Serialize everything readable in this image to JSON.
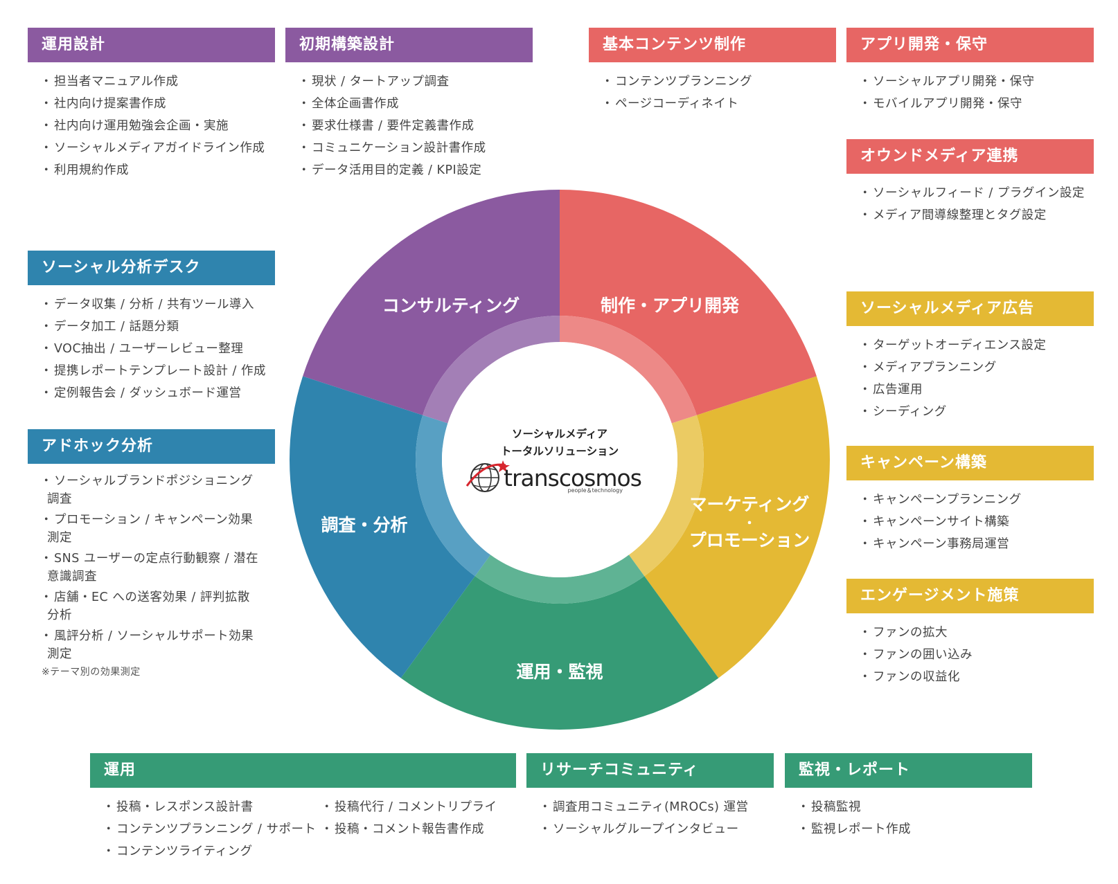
{
  "boxes": {
    "unyou_sekkei": {
      "title": "運用設計",
      "items": [
        "担当者マニュアル作成",
        "社内向け提案書作成",
        "社内向け運用勉強会企画・実施",
        "ソーシャルメディアガイドライン作成",
        "利用規約作成"
      ]
    },
    "shoki_kouchiku": {
      "title": "初期構築設計",
      "items": [
        "現状 / タートアップ調査",
        "全体企画書作成",
        "要求仕様書 / 要件定義書作成",
        "コミュニケーション設計書作成",
        "データ活用目的定義 / KPI設定"
      ]
    },
    "kihon_contents": {
      "title": "基本コンテンツ制作",
      "items": [
        "コンテンツプランニング",
        "ページコーディネイト"
      ]
    },
    "app_kaihatsu": {
      "title": "アプリ開発・保守",
      "items": [
        "ソーシャルアプリ開発・保守",
        "モバイルアプリ開発・保守"
      ]
    },
    "owned_media": {
      "title": "オウンドメディア連携",
      "items": [
        "ソーシャルフィード / プラグイン設定",
        "メディア間導線整理とタグ設定"
      ]
    },
    "social_desk": {
      "title": "ソーシャル分析デスク",
      "items": [
        "データ収集 / 分析 / 共有ツール導入",
        "データ加工 / 話題分類",
        "VOC抽出 / ユーザーレビュー整理",
        "提携レポートテンプレート設計 / 作成",
        "定例報告会 / ダッシュボード運営"
      ]
    },
    "adhoc": {
      "title": "アドホック分析",
      "items": [
        "ソーシャルブランドポジショニング調査",
        "プロモーション / キャンペーン効果測定",
        "SNS ユーザーの定点行動観察 / 潜在意識調査",
        "店舗・EC への送客効果 / 評判拡散分析",
        "風評分析 / ソーシャルサポート効果測定"
      ],
      "note": "※テーマ別の効果測定"
    },
    "social_ad": {
      "title": "ソーシャルメディア広告",
      "items": [
        "ターゲットオーディエンス設定",
        "メディアプランニング",
        "広告運用",
        "シーディング"
      ]
    },
    "campaign": {
      "title": "キャンペーン構築",
      "items": [
        "キャンペーンプランニング",
        "キャンペーンサイト構築",
        "キャンペーン事務局運営"
      ]
    },
    "engagement": {
      "title": "エンゲージメント施策",
      "items": [
        "ファンの拡大",
        "ファンの囲い込み",
        "ファンの収益化"
      ]
    },
    "unyou": {
      "title": "運用",
      "items_left": [
        "投稿・レスポンス設計書",
        "コンテンツプランニング / サポート",
        "コンテンツライティング"
      ],
      "items_right": [
        "投稿代行 / コメントリプライ",
        "投稿・コメント報告書作成"
      ]
    },
    "research": {
      "title": "リサーチコミュニティ",
      "items": [
        "調査用コミュニティ(MROCs) 運営",
        "ソーシャルグループインタビュー"
      ]
    },
    "kanshi": {
      "title": "監視・レポート",
      "items": [
        "投稿監視",
        "監視レポート作成"
      ]
    }
  },
  "wheel": {
    "segments": [
      {
        "key": "consulting",
        "label": "コンサルティング",
        "color": "#8b5aa0",
        "inner": "#a37fb6"
      },
      {
        "key": "production",
        "label": "制作・アプリ開発",
        "color": "#e76664",
        "inner": "#ed8987"
      },
      {
        "key": "marketing",
        "label_line1": "マーケティング",
        "label_mid": "・",
        "label_line2": "プロモーション",
        "color": "#e4b934",
        "inner": "#ebcb63"
      },
      {
        "key": "operation",
        "label": "運用・監視",
        "color": "#369b76",
        "inner": "#5fb394"
      },
      {
        "key": "research",
        "label": "調査・分析",
        "color": "#2f84ae",
        "inner": "#58a0c3"
      }
    ],
    "center": {
      "line1": "ソーシャルメディア",
      "line2": "トータルソリューション",
      "logo": "transcosmos",
      "tagline": "people＆technology"
    }
  },
  "colors": {
    "purple": "#8b5aa0",
    "red": "#e76664",
    "blue": "#2f84ae",
    "yellow": "#e4b934",
    "green": "#369b76"
  }
}
